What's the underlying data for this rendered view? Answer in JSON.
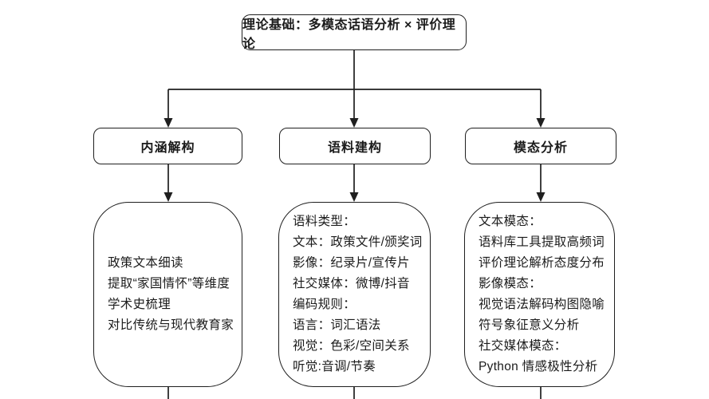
{
  "diagram": {
    "title_node": {
      "label": "理论基础：多模态话语分析 × 评价理论"
    },
    "branches": [
      {
        "header": "内涵解构",
        "details": [
          "政策文本细读",
          "提取“家国情怀”等维度",
          "学术史梳理",
          "对比传统与现代教育家"
        ]
      },
      {
        "header": "语料建构",
        "details": [
          "语料类型：",
          "文本：政策文件/颁奖词",
          "影像：纪录片/宣传片",
          "社交媒体：微博/抖音",
          "编码规则：",
          "语言：词汇语法",
          "视觉：色彩/空间关系",
          "听觉:音调/节奏"
        ]
      },
      {
        "header": "模态分析",
        "details": [
          "文本模态：",
          "语料库工具提取高频词",
          "评价理论解析态度分布",
          "影像模态：",
          "视觉语法解码构图隐喻",
          "符号象征意义分析",
          "社交媒体模态：",
          "Python 情感极性分析"
        ]
      }
    ],
    "line_color": "#1f1f1f"
  }
}
